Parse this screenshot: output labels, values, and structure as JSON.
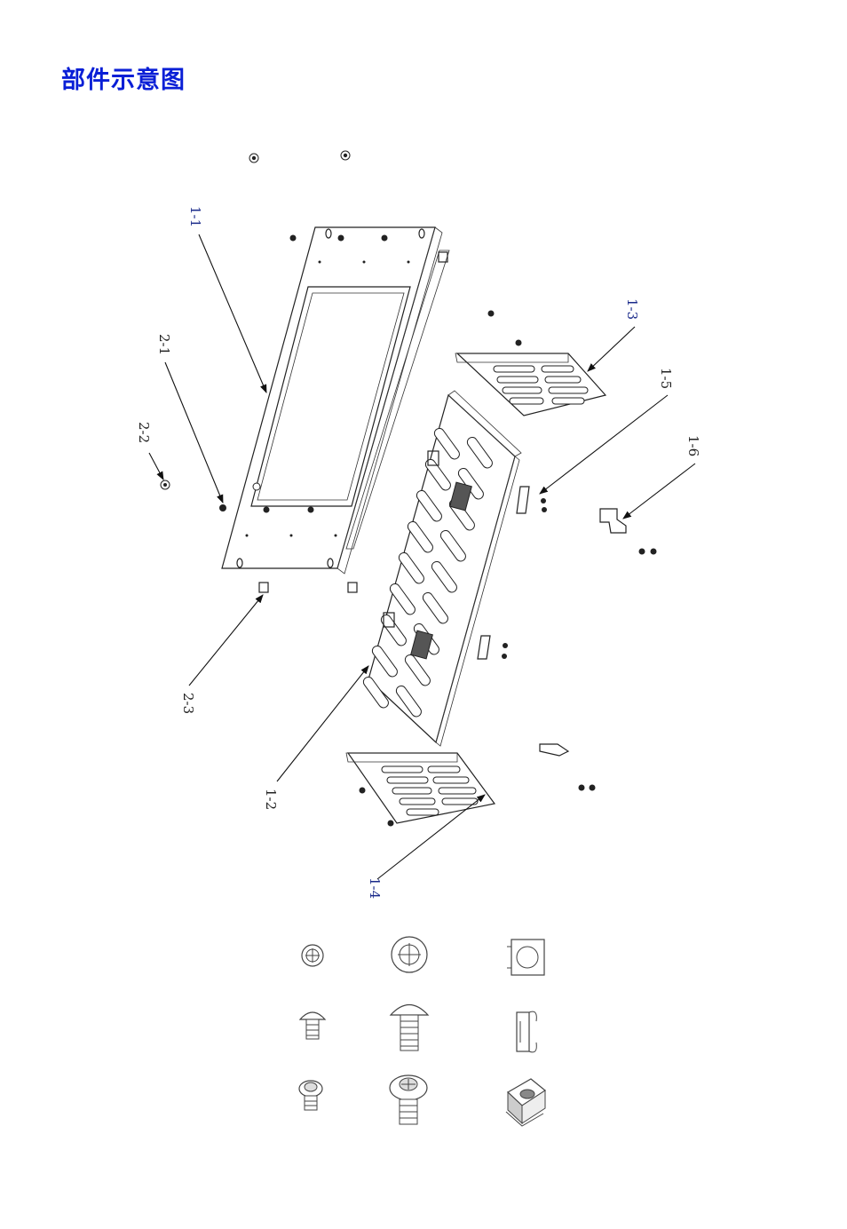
{
  "title": "部件示意图",
  "callouts": {
    "c_1_1": "1-1",
    "c_1_2": "1-2",
    "c_1_3": "1-3",
    "c_1_4": "1-4",
    "c_1_5": "1-5",
    "c_1_6": "1-6",
    "c_2_1": "2-1",
    "c_2_2": "2-2",
    "c_2_3": "2-3"
  }
}
